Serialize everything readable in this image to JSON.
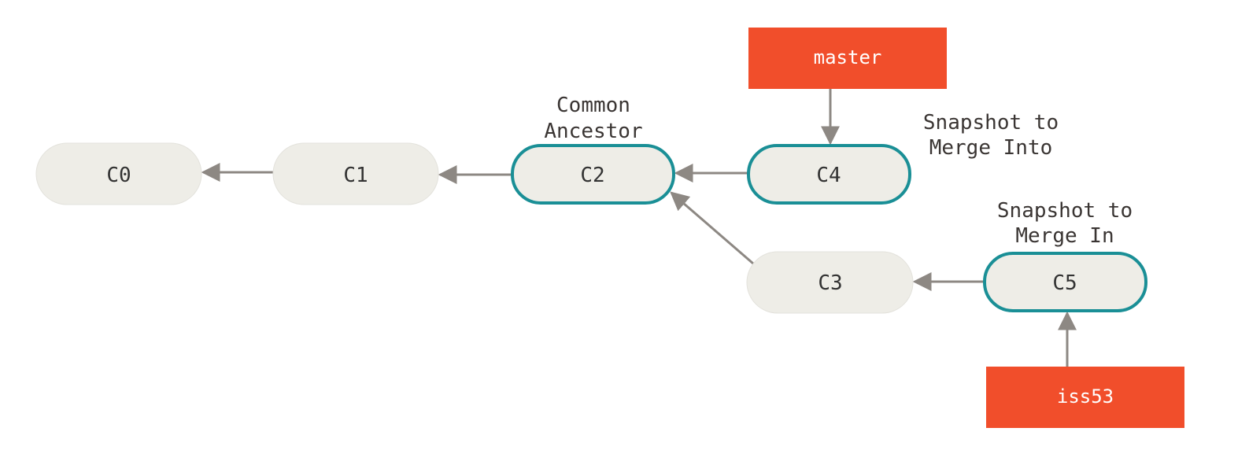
{
  "colors": {
    "commit_fill": "#eeede7",
    "highlight_stroke": "#1a8f96",
    "branch_fill": "#f14e2b",
    "arrow": "#8d8883"
  },
  "commits": [
    {
      "id": "C0",
      "label": "C0",
      "highlighted": false
    },
    {
      "id": "C1",
      "label": "C1",
      "highlighted": false
    },
    {
      "id": "C2",
      "label": "C2",
      "highlighted": true
    },
    {
      "id": "C4",
      "label": "C4",
      "highlighted": true
    },
    {
      "id": "C3",
      "label": "C3",
      "highlighted": false
    },
    {
      "id": "C5",
      "label": "C5",
      "highlighted": true
    }
  ],
  "edges": [
    {
      "from": "C1",
      "to": "C0"
    },
    {
      "from": "C2",
      "to": "C1"
    },
    {
      "from": "C4",
      "to": "C2"
    },
    {
      "from": "C3",
      "to": "C2"
    },
    {
      "from": "C5",
      "to": "C3"
    }
  ],
  "branches": [
    {
      "name": "master",
      "points_to": "C4"
    },
    {
      "name": "iss53",
      "points_to": "C5"
    }
  ],
  "annotations": {
    "common_ancestor": [
      "Common",
      "Ancestor"
    ],
    "merge_into": [
      "Snapshot to",
      "Merge Into"
    ],
    "merge_in": [
      "Snapshot to",
      "Merge In"
    ]
  }
}
